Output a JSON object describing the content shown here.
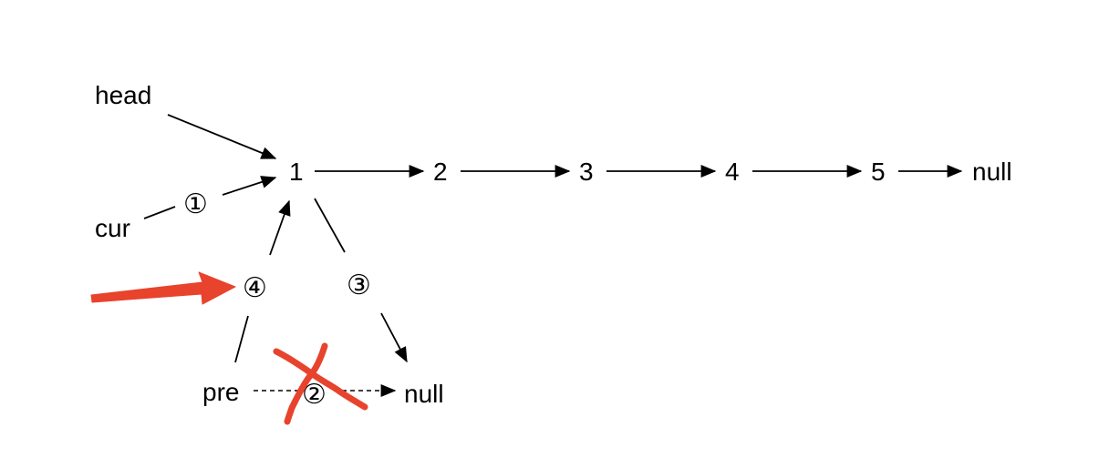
{
  "nodes": {
    "head": "head",
    "cur": "cur",
    "pre": "pre",
    "n1": "1",
    "n2": "2",
    "n3": "3",
    "n4": "4",
    "n5": "5",
    "null_main": "null",
    "null_lower": "null"
  },
  "steps": {
    "s1": "①",
    "s2": "②",
    "s3": "③",
    "s4": "④"
  },
  "colors": {
    "ink": "#000000",
    "highlight": "#e8432d"
  },
  "annotations": {
    "step2_crossed_out": true,
    "pointer_arrow_target": "④"
  }
}
